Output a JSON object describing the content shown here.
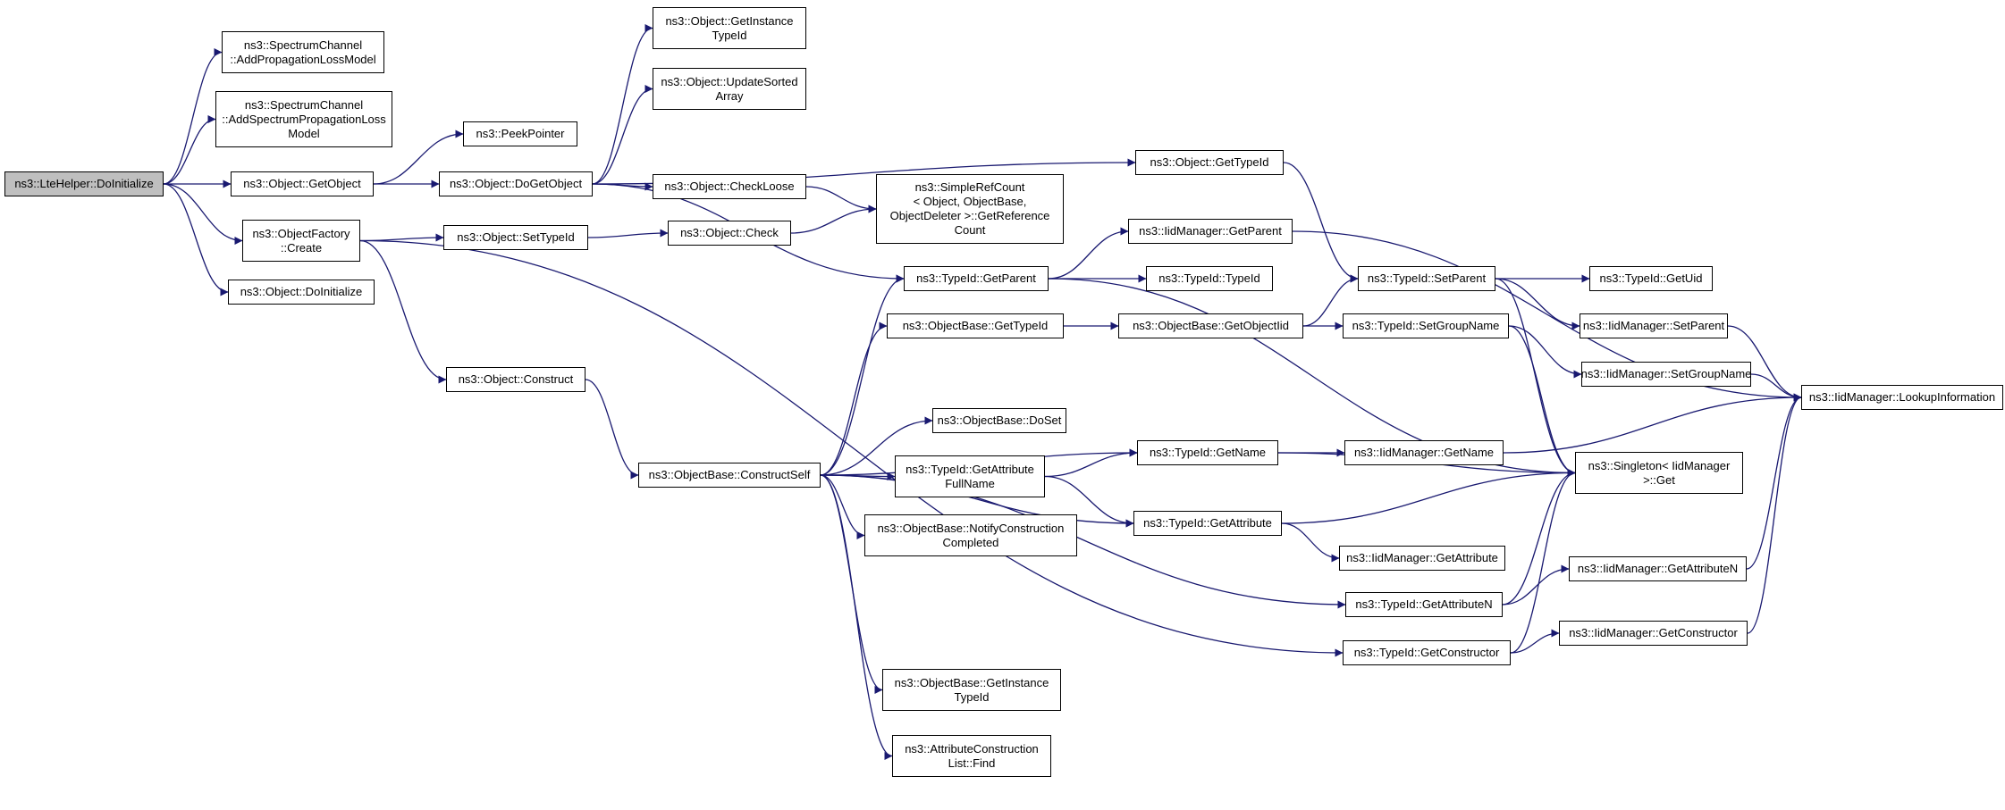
{
  "nodes": [
    {
      "id": "root",
      "label": "ns3::LteHelper::DoInitialize",
      "root": true
    },
    {
      "id": "sc_apl",
      "label": "ns3::SpectrumChannel\n::AddPropagationLossModel"
    },
    {
      "id": "sc_aspl",
      "label": "ns3::SpectrumChannel\n::AddSpectrumPropagationLoss\nModel"
    },
    {
      "id": "obj_getobject",
      "label": "ns3::Object::GetObject"
    },
    {
      "id": "of_create",
      "label": "ns3::ObjectFactory\n::Create"
    },
    {
      "id": "obj_doinit",
      "label": "ns3::Object::DoInitialize"
    },
    {
      "id": "peekpointer",
      "label": "ns3::PeekPointer"
    },
    {
      "id": "obj_dogetobject",
      "label": "ns3::Object::DoGetObject"
    },
    {
      "id": "obj_settypeid",
      "label": "ns3::Object::SetTypeId"
    },
    {
      "id": "obj_construct",
      "label": "ns3::Object::Construct"
    },
    {
      "id": "obj_getinst",
      "label": "ns3::Object::GetInstance\nTypeId"
    },
    {
      "id": "obj_updsorted",
      "label": "ns3::Object::UpdateSorted\nArray"
    },
    {
      "id": "obj_checkloose",
      "label": "ns3::Object::CheckLoose"
    },
    {
      "id": "obj_check",
      "label": "ns3::Object::Check"
    },
    {
      "id": "simplerefcount",
      "label": "ns3::SimpleRefCount\n< Object, ObjectBase,\nObjectDeleter >::GetReference\nCount"
    },
    {
      "id": "obj_gettypeid",
      "label": "ns3::Object::GetTypeId"
    },
    {
      "id": "iid_getparent",
      "label": "ns3::IidManager::GetParent"
    },
    {
      "id": "tid_getparent",
      "label": "ns3::TypeId::GetParent"
    },
    {
      "id": "tid_typeid",
      "label": "ns3::TypeId::TypeId"
    },
    {
      "id": "ob_gettypeid",
      "label": "ns3::ObjectBase::GetTypeId"
    },
    {
      "id": "ob_getobjectiid",
      "label": "ns3::ObjectBase::GetObjectIid"
    },
    {
      "id": "tid_setparent",
      "label": "ns3::TypeId::SetParent"
    },
    {
      "id": "tid_getuid",
      "label": "ns3::TypeId::GetUid"
    },
    {
      "id": "iid_setparent",
      "label": "ns3::IidManager::SetParent"
    },
    {
      "id": "tid_setgroupname",
      "label": "ns3::TypeId::SetGroupName"
    },
    {
      "id": "iid_setgroupname",
      "label": "ns3::IidManager::SetGroupName"
    },
    {
      "id": "iid_lookup",
      "label": "ns3::IidManager::LookupInformation"
    },
    {
      "id": "ob_doset",
      "label": "ns3::ObjectBase::DoSet"
    },
    {
      "id": "ob_constructself",
      "label": "ns3::ObjectBase::ConstructSelf"
    },
    {
      "id": "tid_getattrfull",
      "label": "ns3::TypeId::GetAttribute\nFullName"
    },
    {
      "id": "tid_getname",
      "label": "ns3::TypeId::GetName"
    },
    {
      "id": "iid_getname",
      "label": "ns3::IidManager::GetName"
    },
    {
      "id": "singleton_get",
      "label": "ns3::Singleton< IidManager\n>::Get"
    },
    {
      "id": "ob_notify",
      "label": "ns3::ObjectBase::NotifyConstruction\nCompleted"
    },
    {
      "id": "tid_getattr",
      "label": "ns3::TypeId::GetAttribute"
    },
    {
      "id": "iid_getattr",
      "label": "ns3::IidManager::GetAttribute"
    },
    {
      "id": "iid_getattrn",
      "label": "ns3::IidManager::GetAttributeN"
    },
    {
      "id": "tid_getattrn",
      "label": "ns3::TypeId::GetAttributeN"
    },
    {
      "id": "tid_getconstructor",
      "label": "ns3::TypeId::GetConstructor"
    },
    {
      "id": "iid_getconstructor",
      "label": "ns3::IidManager::GetConstructor"
    },
    {
      "id": "ob_getinst",
      "label": "ns3::ObjectBase::GetInstance\nTypeId"
    },
    {
      "id": "acl_find",
      "label": "ns3::AttributeConstruction\nList::Find"
    }
  ],
  "edges": [
    [
      "root",
      "sc_apl"
    ],
    [
      "root",
      "sc_aspl"
    ],
    [
      "root",
      "obj_getobject"
    ],
    [
      "root",
      "of_create"
    ],
    [
      "root",
      "obj_doinit"
    ],
    [
      "obj_getobject",
      "peekpointer"
    ],
    [
      "obj_getobject",
      "obj_dogetobject"
    ],
    [
      "obj_dogetobject",
      "obj_getinst"
    ],
    [
      "obj_dogetobject",
      "obj_updsorted"
    ],
    [
      "obj_dogetobject",
      "obj_checkloose"
    ],
    [
      "obj_dogetobject",
      "obj_gettypeid"
    ],
    [
      "obj_dogetobject",
      "tid_getparent"
    ],
    [
      "of_create",
      "obj_settypeid"
    ],
    [
      "of_create",
      "obj_construct"
    ],
    [
      "of_create",
      "tid_getconstructor"
    ],
    [
      "obj_settypeid",
      "obj_check"
    ],
    [
      "obj_checkloose",
      "simplerefcount"
    ],
    [
      "obj_check",
      "simplerefcount"
    ],
    [
      "obj_construct",
      "ob_constructself"
    ],
    [
      "obj_gettypeid",
      "tid_setparent"
    ],
    [
      "tid_getparent",
      "iid_getparent"
    ],
    [
      "tid_getparent",
      "tid_typeid"
    ],
    [
      "tid_getparent",
      "singleton_get"
    ],
    [
      "iid_getparent",
      "iid_lookup"
    ],
    [
      "ob_gettypeid",
      "ob_getobjectiid"
    ],
    [
      "ob_getobjectiid",
      "tid_setparent"
    ],
    [
      "ob_getobjectiid",
      "tid_setgroupname"
    ],
    [
      "tid_setparent",
      "tid_getuid"
    ],
    [
      "tid_setparent",
      "iid_setparent"
    ],
    [
      "tid_setparent",
      "singleton_get"
    ],
    [
      "iid_setparent",
      "iid_lookup"
    ],
    [
      "tid_setgroupname",
      "iid_setgroupname"
    ],
    [
      "tid_setgroupname",
      "singleton_get"
    ],
    [
      "iid_setgroupname",
      "iid_lookup"
    ],
    [
      "ob_constructself",
      "tid_getparent"
    ],
    [
      "ob_constructself",
      "ob_gettypeid"
    ],
    [
      "ob_constructself",
      "tid_getname"
    ],
    [
      "ob_constructself",
      "ob_doset"
    ],
    [
      "ob_constructself",
      "tid_getattrfull"
    ],
    [
      "ob_constructself",
      "ob_notify"
    ],
    [
      "ob_constructself",
      "tid_getattr"
    ],
    [
      "ob_constructself",
      "tid_getattrn"
    ],
    [
      "ob_constructself",
      "ob_getinst"
    ],
    [
      "ob_constructself",
      "acl_find"
    ],
    [
      "tid_getattrfull",
      "tid_getname"
    ],
    [
      "tid_getattrfull",
      "tid_getattr"
    ],
    [
      "tid_getname",
      "iid_getname"
    ],
    [
      "tid_getname",
      "singleton_get"
    ],
    [
      "iid_getname",
      "iid_lookup"
    ],
    [
      "tid_getattr",
      "singleton_get"
    ],
    [
      "tid_getattr",
      "iid_getattr"
    ],
    [
      "tid_getattrn",
      "singleton_get"
    ],
    [
      "tid_getattrn",
      "iid_getattrn"
    ],
    [
      "iid_getattrn",
      "iid_lookup"
    ],
    [
      "tid_getconstructor",
      "singleton_get"
    ],
    [
      "tid_getconstructor",
      "iid_getconstructor"
    ],
    [
      "iid_getconstructor",
      "iid_lookup"
    ]
  ],
  "colors": {
    "edge": "#191970",
    "root_fill": "#bfbfbf",
    "node_border": "#000000"
  }
}
